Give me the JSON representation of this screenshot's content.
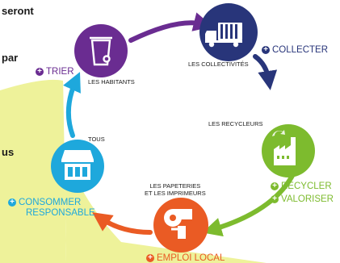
{
  "intro_fragments": [
    "seront",
    "par",
    "us"
  ],
  "colors": {
    "purple": "#6a2c91",
    "navy": "#28357a",
    "green": "#7dbb2e",
    "orange": "#ea5b24",
    "cyan": "#1ea8dc",
    "pale_yellow": "#eef29a"
  },
  "steps": [
    {
      "id": "trier",
      "actor": "LES HABITANTS",
      "action": "TRIER",
      "icon": "trash-bin-icon",
      "color": "#6a2c91"
    },
    {
      "id": "collecter",
      "actor": "LES COLLECTIVITÉS",
      "action": "COLLECTER",
      "icon": "garbage-truck-icon",
      "color": "#28357a"
    },
    {
      "id": "recycler",
      "actor": "LES RECYCLEURS",
      "action": "RECYCLER",
      "action2": "VALORISER",
      "icon": "recycling-factory-icon",
      "color": "#7dbb2e"
    },
    {
      "id": "emploi",
      "actor_line1": "LES PAPETERIES",
      "actor_line2": "ET LES IMPRIMEURS",
      "action": "EMPLOI LOCAL",
      "icon": "paper-roll-icon",
      "color": "#ea5b24"
    },
    {
      "id": "consommer",
      "actor": "TOUS",
      "action_line1": "CONSOMMER",
      "action_line2": "RESPONSABLE",
      "icon": "shop-icon",
      "color": "#1ea8dc"
    }
  ]
}
